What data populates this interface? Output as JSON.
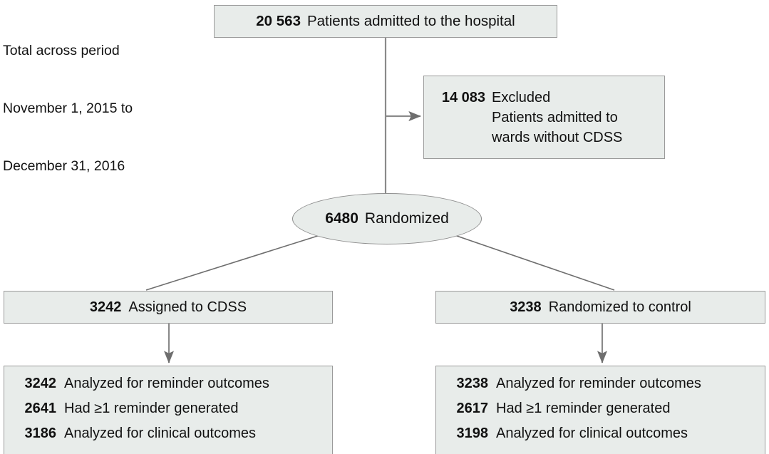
{
  "caption": {
    "line1": "Total across period",
    "line2": "November 1, 2015 to",
    "line3": "December 31, 2016"
  },
  "nodes": {
    "admitted": {
      "count": "20 563",
      "label": "Patients admitted to the hospital"
    },
    "excluded": {
      "count": "14 083",
      "label": "Excluded",
      "detail_line1": "Patients admitted to",
      "detail_line2": "wards without CDSS"
    },
    "randomized": {
      "count": "6480",
      "label": "Randomized"
    },
    "assigned_cdss": {
      "count": "3242",
      "label": "Assigned to CDSS"
    },
    "assigned_control": {
      "count": "3238",
      "label": "Randomized to control"
    },
    "outcomes_cdss": {
      "rows": [
        {
          "count": "3242",
          "label": "Analyzed for reminder outcomes"
        },
        {
          "count": "2641",
          "label": "Had ≥1 reminder generated"
        },
        {
          "count": "3186",
          "label": "Analyzed for clinical outcomes"
        }
      ]
    },
    "outcomes_control": {
      "rows": [
        {
          "count": "3238",
          "label": "Analyzed for reminder outcomes"
        },
        {
          "count": "2617",
          "label": "Had ≥1 reminder generated"
        },
        {
          "count": "3198",
          "label": "Analyzed for clinical outcomes"
        }
      ]
    }
  },
  "style": {
    "box_fill": "#e8ecea",
    "box_border": "#9a9a9a",
    "connector_color": "#8a8a8a",
    "diagonal_color": "#6e6e6e",
    "text_color": "#111111",
    "background": "#ffffff"
  },
  "chart_data": {
    "type": "diagram",
    "title": "CONSORT participant flow diagram",
    "flow": [
      {
        "from": "admitted",
        "to": "excluded",
        "arrow": true
      },
      {
        "from": "admitted",
        "to": "randomized",
        "arrow": false
      },
      {
        "from": "randomized",
        "to": "assigned_cdss",
        "arrow": false
      },
      {
        "from": "randomized",
        "to": "assigned_control",
        "arrow": false
      },
      {
        "from": "assigned_cdss",
        "to": "outcomes_cdss",
        "arrow": true
      },
      {
        "from": "assigned_control",
        "to": "outcomes_control",
        "arrow": true
      }
    ],
    "counts": {
      "admitted": 20563,
      "excluded": 14083,
      "randomized": 6480,
      "assigned_cdss": 3242,
      "assigned_control": 3238,
      "cdss_analyzed_reminder": 3242,
      "cdss_had_reminder": 2641,
      "cdss_analyzed_clinical": 3186,
      "control_analyzed_reminder": 3238,
      "control_had_reminder": 2617,
      "control_analyzed_clinical": 3198
    }
  }
}
